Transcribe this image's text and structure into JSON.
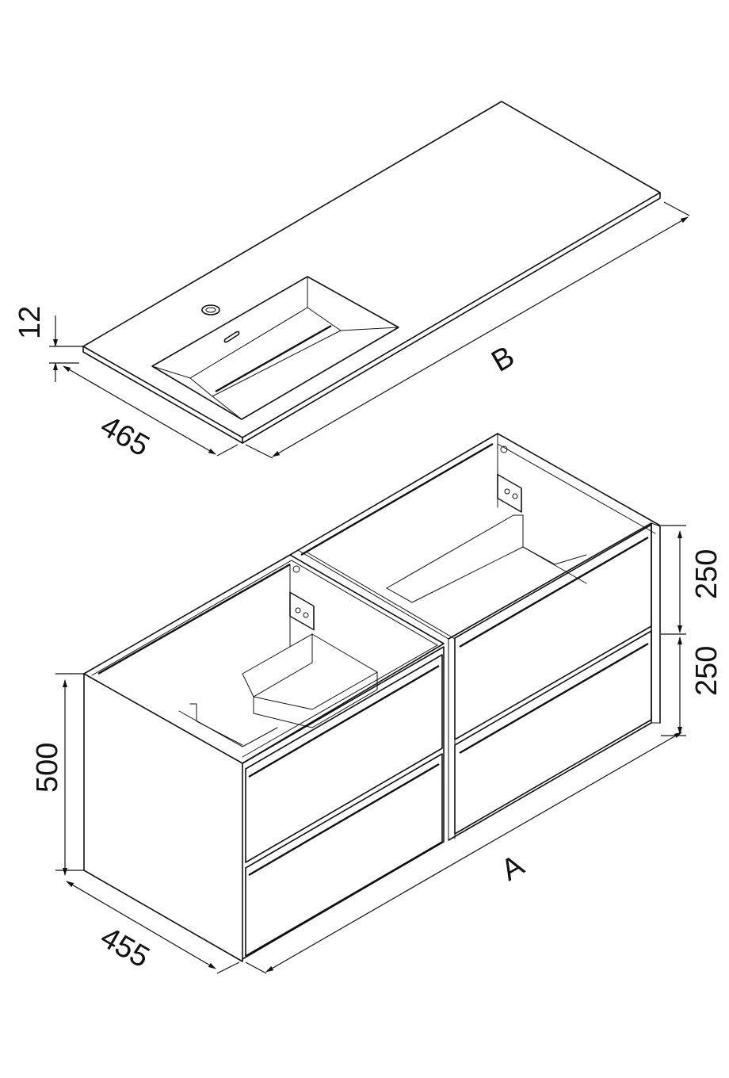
{
  "dimensions": {
    "top_thickness": "12",
    "top_depth": "465",
    "top_width": "B",
    "cabinet_height": "500",
    "drawer_upper": "250",
    "drawer_lower": "250",
    "cabinet_depth": "455",
    "cabinet_width": "A"
  }
}
